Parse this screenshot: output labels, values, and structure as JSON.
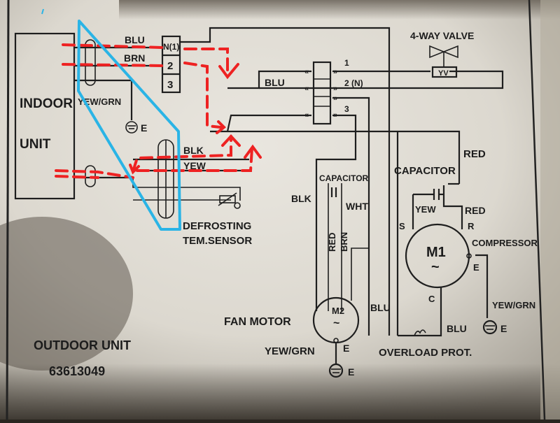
{
  "diagram": {
    "title": "Outdoor unit wiring diagram",
    "indoor_unit": {
      "line1": "INDOOR",
      "line2": "UNIT"
    },
    "wire_labels": {
      "blu_top": "BLU",
      "brn_top": "BRN",
      "yew_grn_indoor": "YEW/GRN",
      "blu_mid": "BLU",
      "blk_sensor": "BLK",
      "yew_sensor": "YEW",
      "blk_fan": "BLK",
      "wht_fan": "WHT",
      "red_fan": "RED",
      "brn_fan": "BRN",
      "yew_comp": "YEW",
      "red_comp": "RED",
      "red_top": "RED",
      "blu_left_comp": "BLU",
      "blu_overload": "BLU",
      "yew_grn_comp": "YEW/GRN",
      "yew_grn_fan": "YEW/GRN"
    },
    "terminal_block": {
      "terms": [
        "N(1)",
        "2",
        "3"
      ]
    },
    "connector_labels": {
      "t1": "1",
      "t2": "2 (N)",
      "t3": "3"
    },
    "four_way_valve": {
      "label": "4-WAY VALVE",
      "coil": "YV"
    },
    "earth_label": "E",
    "sensor_label": {
      "line1": "DEFROSTING",
      "line2": "TEM.SENSOR"
    },
    "fan_capacitor_label": "CAPACITOR",
    "comp_capacitor_label": "CAPACITOR",
    "compressor": {
      "name": "M1",
      "symbol": "~",
      "label": "COMPRESSOR",
      "s": "S",
      "r": "R",
      "c": "C",
      "e": "E"
    },
    "fan_motor": {
      "name": "M2",
      "symbol": "~",
      "label": "FAN MOTOR",
      "e": "E"
    },
    "overload_label": "OVERLOAD PROT.",
    "outdoor_unit": {
      "label": "OUTDOOR UNIT",
      "code": "63613049"
    },
    "annotation_colors": {
      "red_path": "#ee2222",
      "blue_outline": "#2ab4e6"
    }
  }
}
